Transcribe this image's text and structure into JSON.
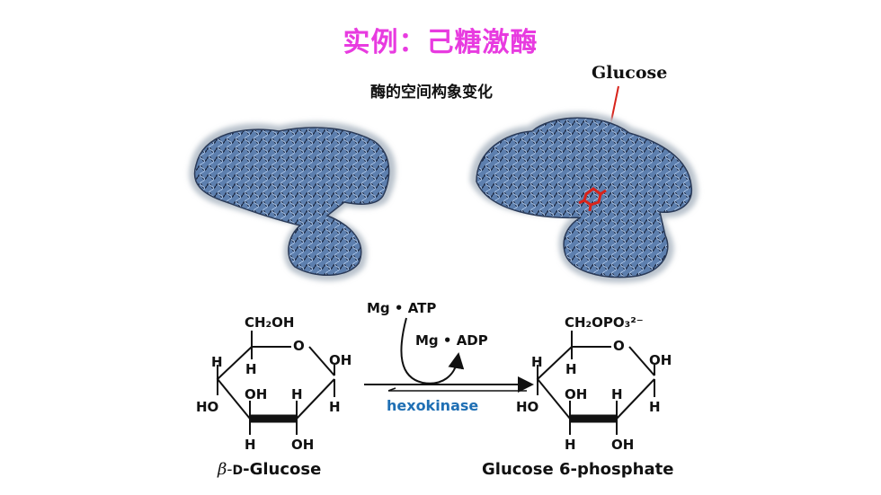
{
  "slide": {
    "title": "实例：己糖激酶",
    "subtitle": "酶的空间构象变化",
    "glucose_label": "Glucose"
  },
  "reaction": {
    "cofactor_in": "Mg • ATP",
    "cofactor_out": "Mg • ADP",
    "enzyme": "hexokinase",
    "substrate": {
      "name_prefix": "β-",
      "name_d": "D",
      "name_suffix": "-Glucose",
      "group": "CH₂OH"
    },
    "product": {
      "name": "Glucose 6-phosphate",
      "group": "CH₂OPO₃²⁻"
    },
    "atoms": {
      "O": "O",
      "H": "H",
      "OH": "OH",
      "HO": "HO"
    }
  },
  "colors": {
    "title": "#e83be0",
    "enzyme": "#1f6fb4",
    "protein": "#4a6f9e",
    "ligand": "#d8231a",
    "pointer": "#d8231a"
  }
}
